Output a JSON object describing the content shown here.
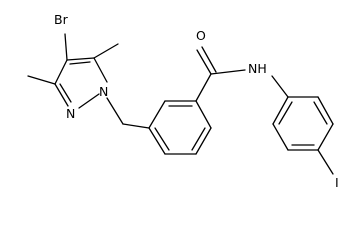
{
  "molecule": {
    "atoms": {
      "bromine": "Br",
      "pyrazole_n1": "N",
      "pyrazole_n2": "N",
      "oxygen": "O",
      "amide_nh": "NH",
      "iodine": "I"
    }
  }
}
